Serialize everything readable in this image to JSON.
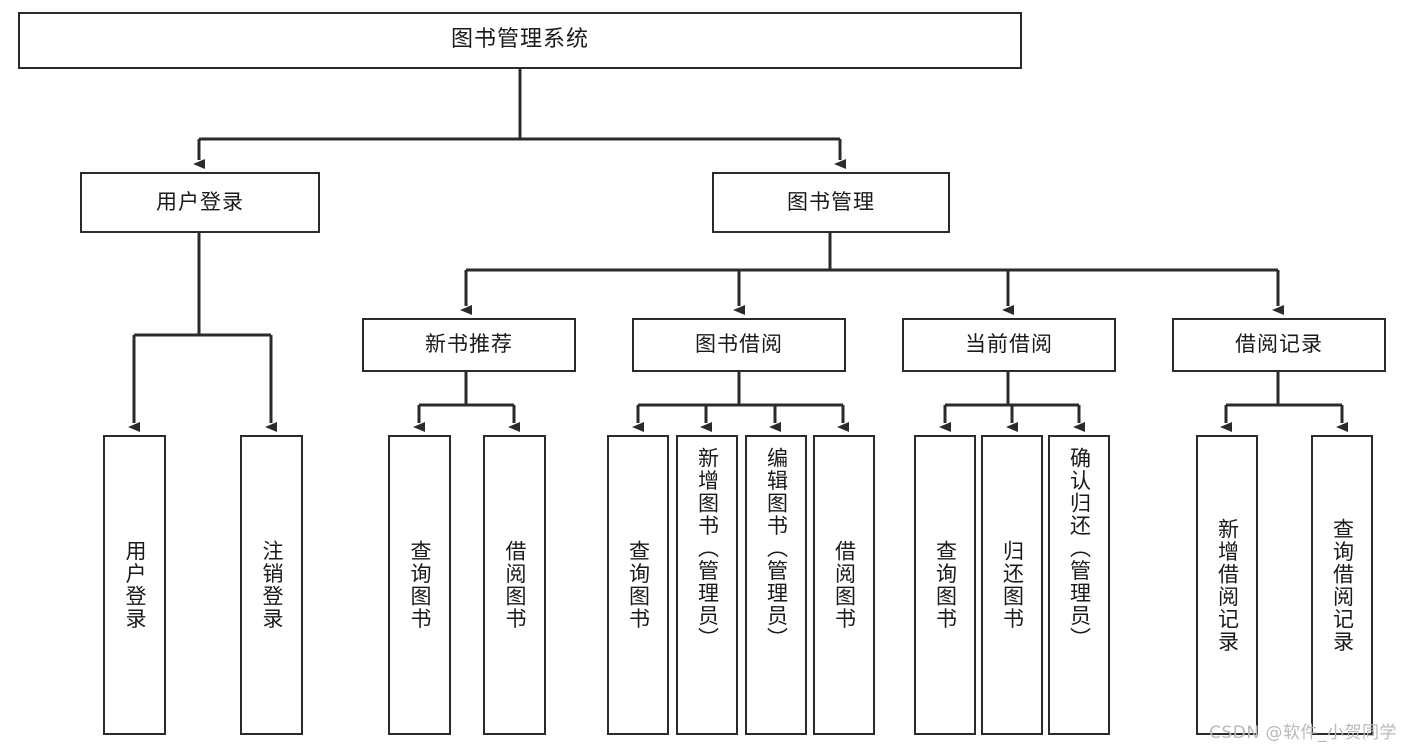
{
  "diagram": {
    "title": "图书管理系统",
    "type": "hierarchy-tree",
    "colors": {
      "stroke": "#2b2b2b",
      "fill": "#ffffff",
      "text": "#1a1a1a",
      "watermark": "#b9b9b9"
    },
    "root": {
      "label": "图书管理系统"
    },
    "level2": [
      {
        "label": "用户登录"
      },
      {
        "label": "图书管理"
      }
    ],
    "level3": [
      {
        "label": "新书推荐"
      },
      {
        "label": "图书借阅"
      },
      {
        "label": "当前借阅"
      },
      {
        "label": "借阅记录"
      }
    ],
    "leaves": {
      "user_login": [
        {
          "label": "用户登录"
        },
        {
          "label": "注销登录"
        }
      ],
      "new_book": [
        {
          "label": "查询图书"
        },
        {
          "label": "借阅图书"
        }
      ],
      "book_borrow": [
        {
          "label": "查询图书"
        },
        {
          "label": "新增图书（管理员）"
        },
        {
          "label": "编辑图书（管理员）"
        },
        {
          "label": "借阅图书"
        }
      ],
      "current_borrow": [
        {
          "label": "查询图书"
        },
        {
          "label": "归还图书"
        },
        {
          "label": "确认归还（管理员）"
        }
      ],
      "borrow_record": [
        {
          "label": "新增借阅记录"
        },
        {
          "label": "查询借阅记录"
        }
      ]
    }
  },
  "watermark": {
    "text": "CSDN @软件_小贺同学"
  }
}
